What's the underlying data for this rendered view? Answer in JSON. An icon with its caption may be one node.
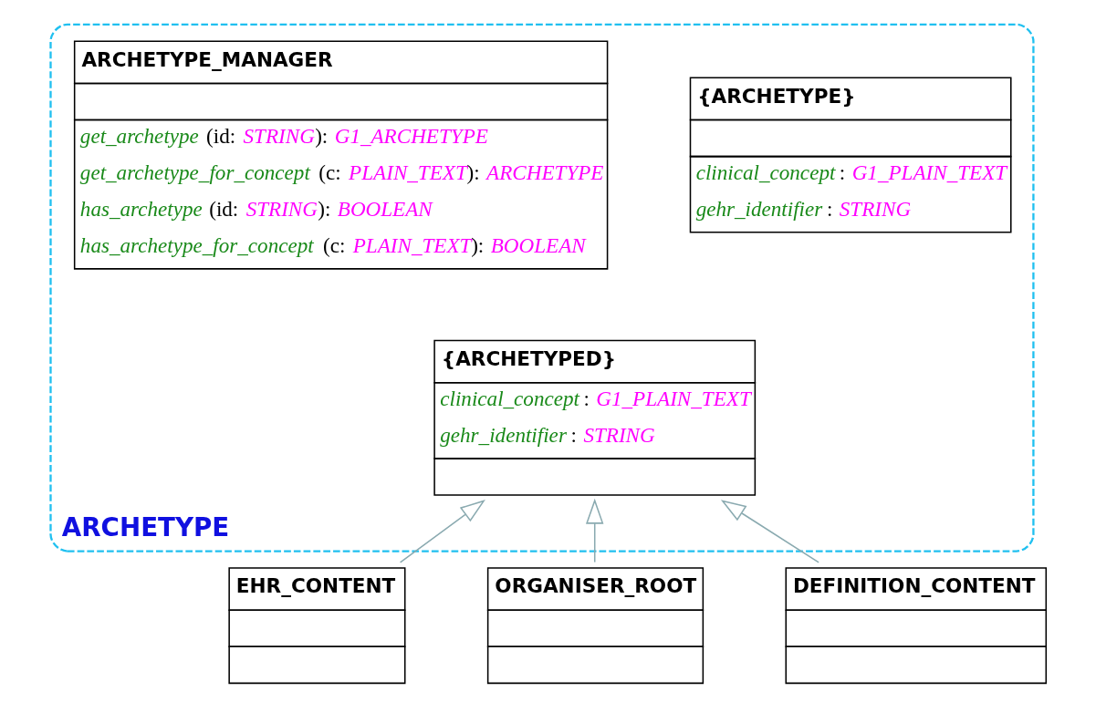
{
  "diagram": {
    "nodes": [
      {
        "text": [
          "ARCHETYPE"
        ]
      },
      {
        "text": [
          "ARCHETYPE_MANAGER",
          "get_archetype (id: STRING): G1_ARCHETYPE",
          "get_archetype_for_concept (c: PLAIN_TEXT): ARCHETYPE",
          "has_archetype (id: STRING): BOOLEAN",
          "has_archetype_for_concept (c: PLAIN_TEXT): BOOLEAN"
        ],
        "in": 0
      },
      {
        "text": [
          "{ARCHETYPE}",
          "clinical_concept: G1_PLAIN_TEXT",
          "gehr_identifier: STRING"
        ],
        "in": 0
      },
      {
        "text": [
          "{ARCHETYPED}",
          "clinical_concept: G1_PLAIN_TEXT",
          "gehr_identifier: STRING"
        ],
        "in": 0
      },
      {
        "text": [
          "EHR_CONTENT"
        ]
      },
      {
        "text": [
          "ORGANISER_ROOT"
        ]
      },
      {
        "text": [
          "DEFINITION_CONTENT"
        ]
      }
    ],
    "edges": [
      {
        "from": 4,
        "to": 3,
        "arrow": "to"
      },
      {
        "from": 5,
        "to": 3,
        "arrow": "to"
      },
      {
        "from": 6,
        "to": 3,
        "arrow": "to"
      }
    ]
  }
}
